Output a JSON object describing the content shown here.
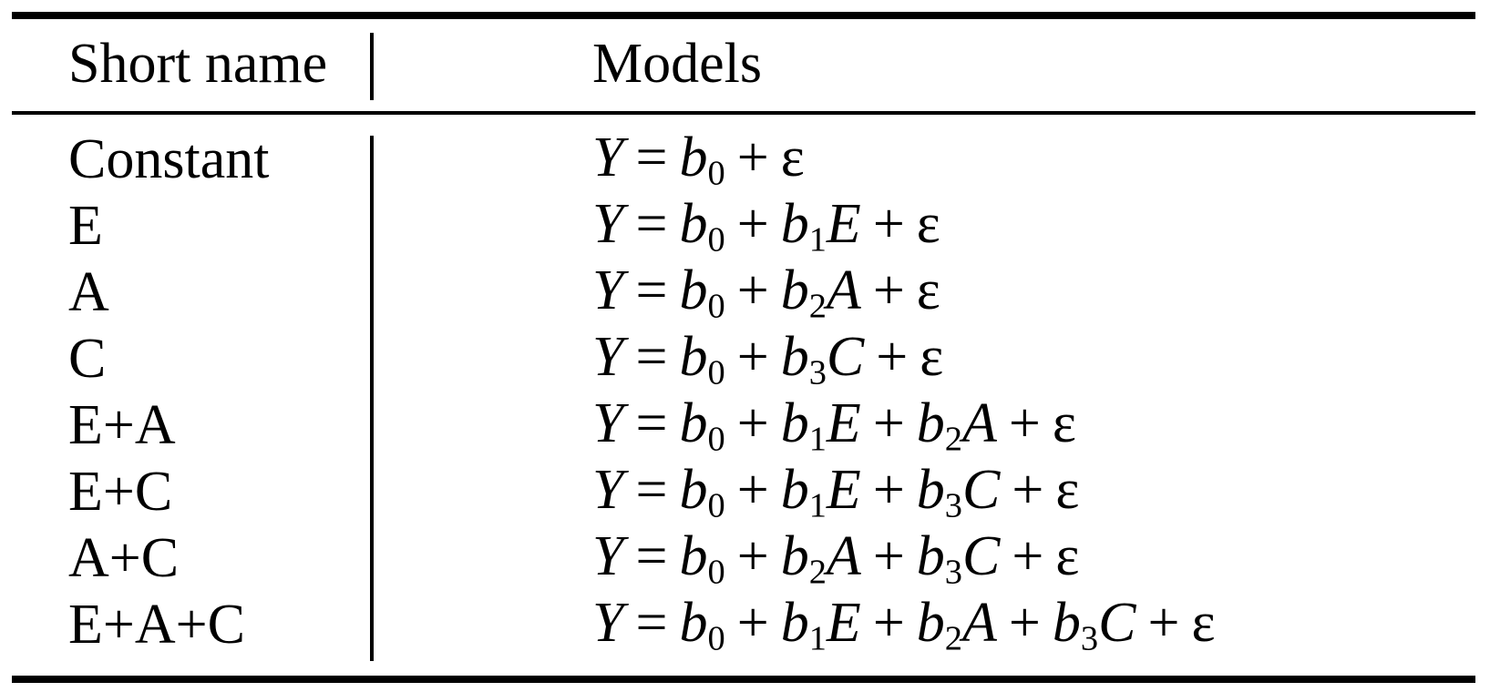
{
  "figure": {
    "kind": "paper-table",
    "background_color": "#ffffff",
    "ink_color": "#000000"
  },
  "table": {
    "columns": [
      {
        "label": "Short name"
      },
      {
        "label": "Models"
      }
    ],
    "rows": [
      {
        "short_name": "Constant",
        "model": "Y = b_0 + ε"
      },
      {
        "short_name": "E",
        "model": "Y = b_0 + b_1 E + ε"
      },
      {
        "short_name": "A",
        "model": "Y = b_0 + b_2 A + ε"
      },
      {
        "short_name": "C",
        "model": "Y = b_0 + b_3 C + ε"
      },
      {
        "short_name": "E+A",
        "model": "Y = b_0 + b_1 E + b_2 A + ε"
      },
      {
        "short_name": "E+C",
        "model": "Y = b_0 + b_1 E + b_3 C + ε"
      },
      {
        "short_name": "A+C",
        "model": "Y = b_0 + b_2 A + b_3 C + ε"
      },
      {
        "short_name": "E+A+C",
        "model": "Y = b_0 + b_1 E + b_2 A + b_3 C + ε"
      }
    ]
  }
}
